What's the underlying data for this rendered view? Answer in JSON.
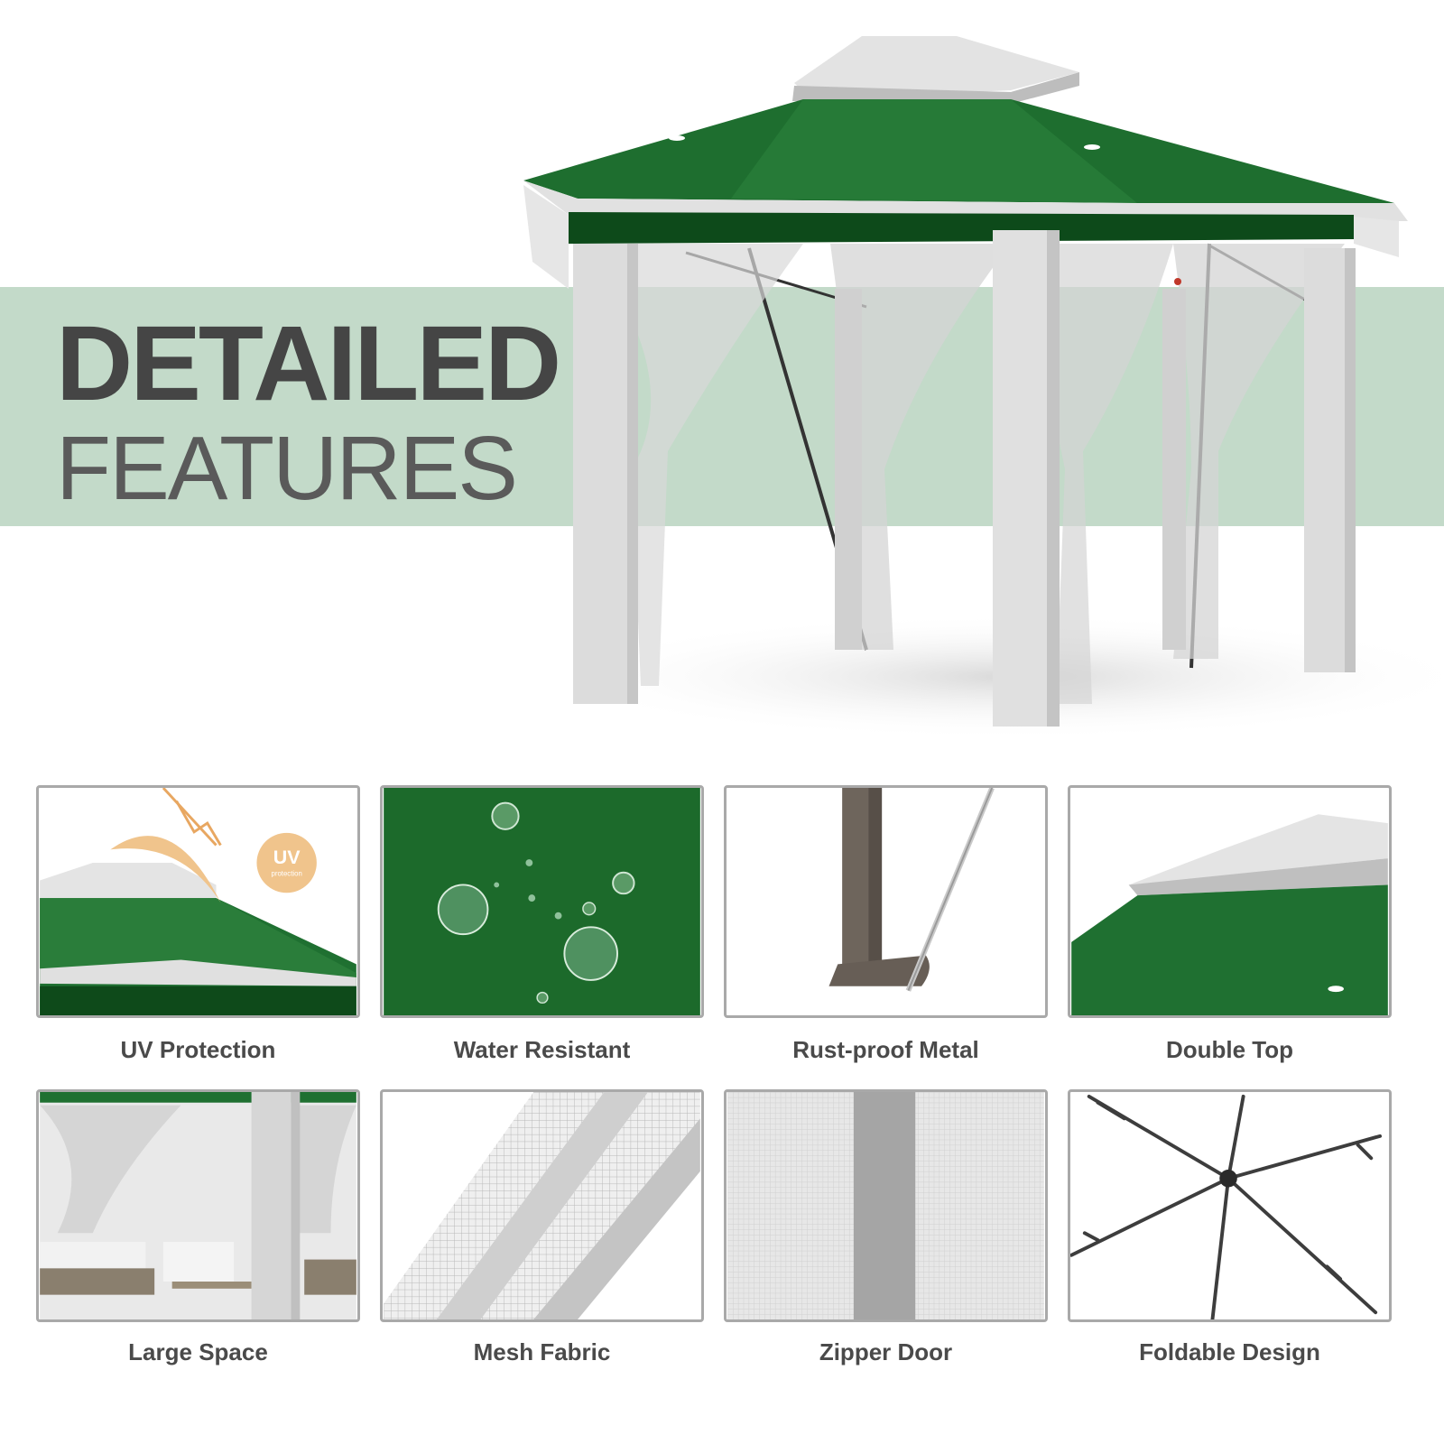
{
  "headline": {
    "line1": "DETAILED",
    "line2": "FEATURES"
  },
  "colors": {
    "green": "#1d6b2c",
    "dark_green": "#0f4f1d",
    "band": "#c3dac9",
    "grey": "#d6d6d6"
  },
  "features": [
    {
      "label": "UV Protection",
      "icon": "uv-sun-icon",
      "badge": "UV",
      "badge_sub": "protection"
    },
    {
      "label": "Water Resistant",
      "icon": "water-droplets-icon"
    },
    {
      "label": "Rust-proof Metal",
      "icon": "metal-leg-icon"
    },
    {
      "label": "Double Top",
      "icon": "double-roof-icon"
    },
    {
      "label": "Large Space",
      "icon": "interior-icon"
    },
    {
      "label": "Mesh Fabric",
      "icon": "mesh-fabric-icon"
    },
    {
      "label": "Zipper Door",
      "icon": "zipper-icon"
    },
    {
      "label": "Foldable Design",
      "icon": "folding-frame-icon"
    }
  ]
}
